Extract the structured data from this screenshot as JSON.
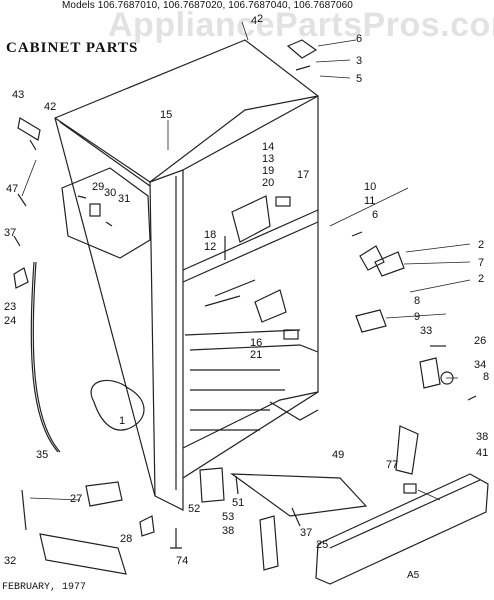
{
  "header": {
    "models_line": "Models 106.7687010, 106.7687020, 106.7687040, 106.7687060",
    "watermark": "AppliancePartsPros.com",
    "section_title": "CABINET PARTS"
  },
  "footer": {
    "date": "FEBRUARY, 1977",
    "code": "A5"
  },
  "callouts": [
    "1",
    "2",
    "2",
    "2",
    "3",
    "4",
    "5",
    "6",
    "6",
    "7",
    "8",
    "8",
    "9",
    "10",
    "11",
    "12",
    "13",
    "14",
    "15",
    "16",
    "17",
    "18",
    "19",
    "20",
    "21",
    "23",
    "24",
    "25",
    "26",
    "27",
    "28",
    "29",
    "30",
    "31",
    "32",
    "33",
    "34",
    "35",
    "37",
    "37",
    "38",
    "38",
    "41",
    "42",
    "43",
    "47",
    "49",
    "51",
    "52",
    "53",
    "74",
    "77"
  ]
}
